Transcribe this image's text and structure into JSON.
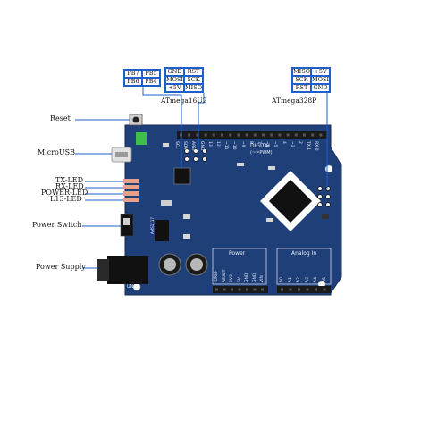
{
  "labels": {
    "reset": "Reset",
    "microusb": "MicroUSB",
    "tx_led": "TX-LED",
    "rx_led": "RX-LED",
    "power_led": "POWER-LED",
    "l13_led": "L13-LED",
    "power_switch": "Power Switch",
    "power_supply": "Power Supply",
    "chip_16u2": "ATmega16U2",
    "chip_328p": "ATmega328P"
  },
  "pin_tables": {
    "pb": [
      "PB7",
      "PB5",
      "PB6",
      "PB4"
    ],
    "icsp_16u2": [
      "GND",
      "RST",
      "MOSI",
      "SCK",
      "+5V",
      "MISO"
    ],
    "icsp_328p": [
      "MISO",
      "+5V",
      "SCK",
      "MOSI",
      "RST",
      "GND"
    ]
  },
  "board_text": {
    "digital": "DIGITAL",
    "pwm": "(~=PWM)",
    "power": "Power",
    "analog_in": "Analog In",
    "power_pins": [
      "IOREF",
      "RESET",
      "3V3",
      "5V",
      "GND",
      "GND",
      "VIN"
    ],
    "analog_pins": [
      "A0",
      "A1",
      "A2",
      "A3",
      "A4",
      "A5"
    ],
    "digital_pins": [
      "SCL",
      "SDA",
      "AREF",
      "GND",
      "13",
      "12",
      "~11",
      "~10",
      "~9",
      "8",
      "7",
      "~6",
      "~5",
      "4",
      "~3",
      "2",
      "TX 1",
      "RX 0"
    ],
    "reg": "AMS1117",
    "brand": "UNO"
  },
  "colors": {
    "board": "#1f3f78",
    "board_dark": "#162f5c",
    "label_line": "#1e5fc8",
    "header": "#1a1a1a",
    "silk": "#e8eef8"
  }
}
